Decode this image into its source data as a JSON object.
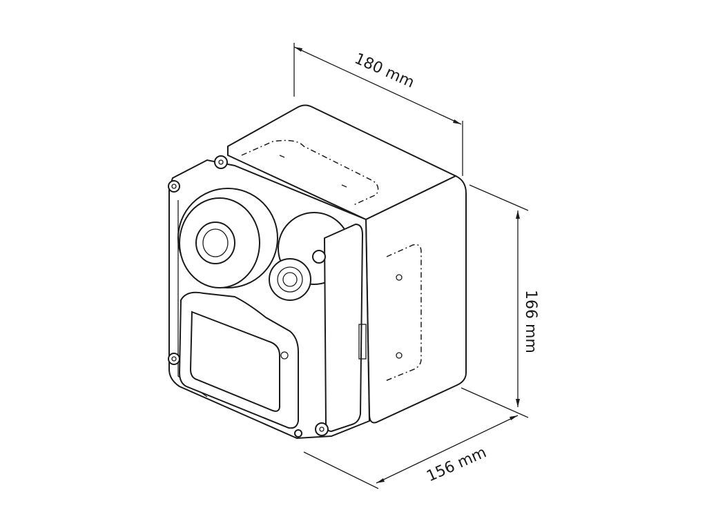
{
  "dimensions": {
    "width_label": "180 mm",
    "height_label": "166 mm",
    "depth_label": "156 mm"
  }
}
